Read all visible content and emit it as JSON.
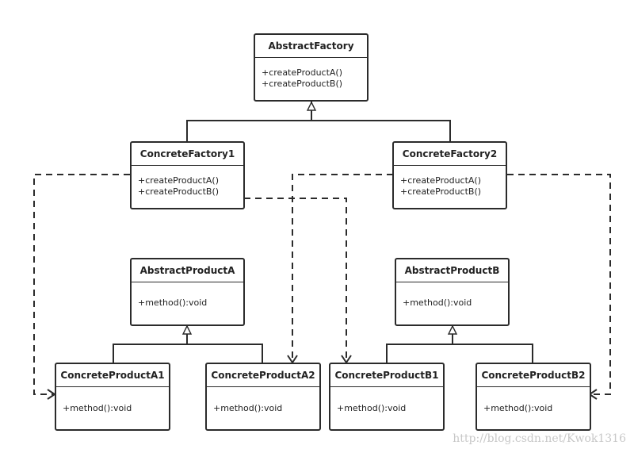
{
  "classes": {
    "abstract_factory": {
      "name": "AbstractFactory",
      "ops": [
        "+createProductA()",
        "+createProductB()"
      ]
    },
    "concrete_factory1": {
      "name": "ConcreteFactory1",
      "ops": [
        "+createProductA()",
        "+createProductB()"
      ]
    },
    "concrete_factory2": {
      "name": "ConcreteFactory2",
      "ops": [
        "+createProductA()",
        "+createProductB()"
      ]
    },
    "abstract_product_a": {
      "name": "AbstractProductA",
      "ops": [
        "+method():void"
      ]
    },
    "abstract_product_b": {
      "name": "AbstractProductB",
      "ops": [
        "+method():void"
      ]
    },
    "concrete_product_a1": {
      "name": "ConcreteProductA1",
      "ops": [
        "+method():void"
      ]
    },
    "concrete_product_a2": {
      "name": "ConcreteProductA2",
      "ops": [
        "+method():void"
      ]
    },
    "concrete_product_b1": {
      "name": "ConcreteProductB1",
      "ops": [
        "+method():void"
      ]
    },
    "concrete_product_b2": {
      "name": "ConcreteProductB2",
      "ops": [
        "+method():void"
      ]
    }
  },
  "watermark": "http://blog.csdn.net/Kwok1316"
}
